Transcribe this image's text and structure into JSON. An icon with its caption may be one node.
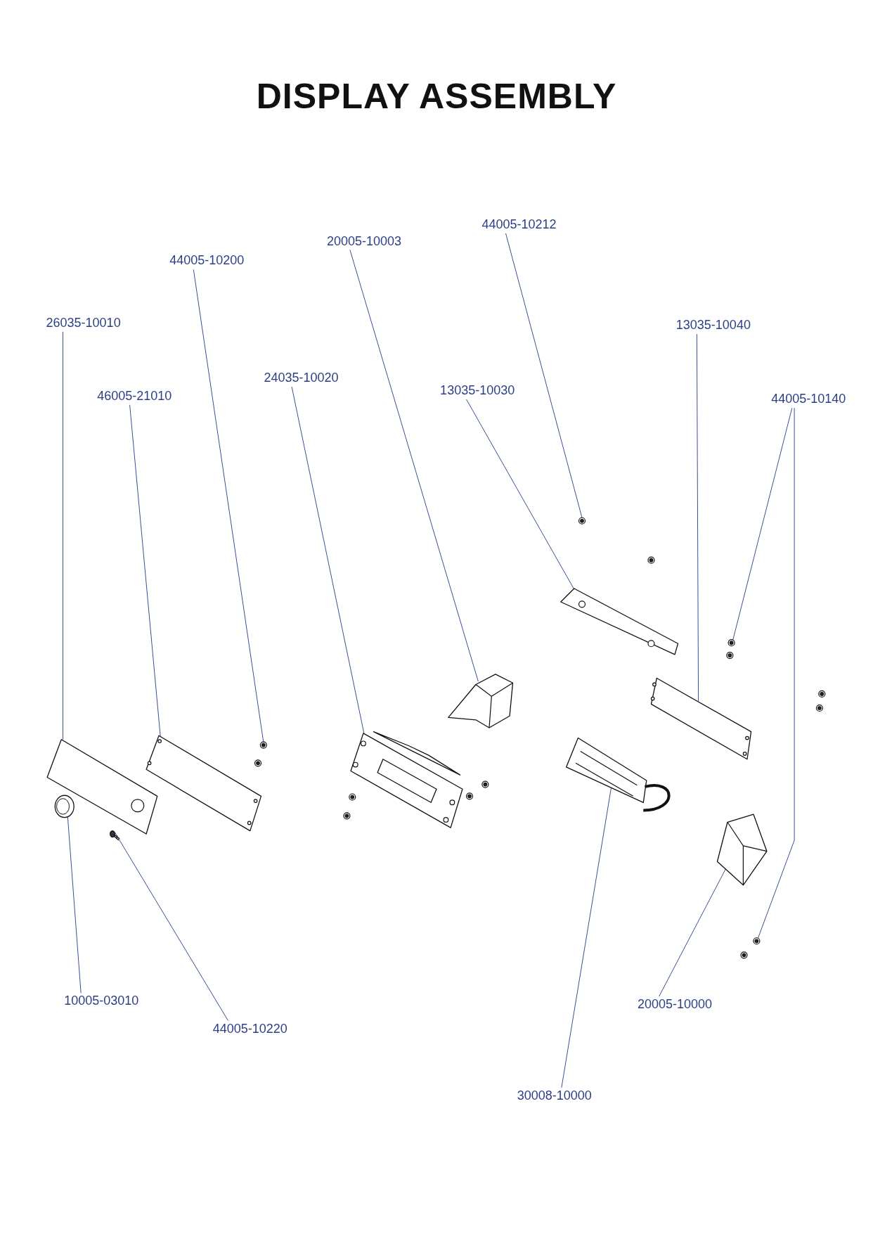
{
  "diagram": {
    "title": "DISPLAY ASSEMBLY",
    "nodes": [
      {
        "text": [
          "26035-10010"
        ]
      },
      {
        "text": [
          "46005-21010"
        ]
      },
      {
        "text": [
          "44005-10200"
        ]
      },
      {
        "text": [
          "24035-10020"
        ]
      },
      {
        "text": [
          "20005-10003"
        ]
      },
      {
        "text": [
          "44005-10212"
        ]
      },
      {
        "text": [
          "13035-10030"
        ]
      },
      {
        "text": [
          "13035-10040"
        ]
      },
      {
        "text": [
          "44005-10140"
        ]
      },
      {
        "text": [
          "10005-03010"
        ]
      },
      {
        "text": [
          "44005-10220"
        ]
      },
      {
        "text": [
          "20005-10000"
        ]
      },
      {
        "text": [
          "30008-10000"
        ]
      },
      {
        "text": [],
        "shape": "picture"
      },
      {
        "text": [],
        "shape": "picture"
      },
      {
        "text": [],
        "shape": "picture"
      },
      {
        "text": [],
        "shape": "picture"
      },
      {
        "text": [],
        "shape": "picture"
      },
      {
        "text": [],
        "shape": "picture"
      },
      {
        "text": [],
        "shape": "picture"
      },
      {
        "text": [],
        "shape": "picture"
      },
      {
        "text": [],
        "shape": "picture"
      },
      {
        "text": [],
        "shape": "picture"
      },
      {
        "text": [],
        "shape": "picture"
      },
      {
        "text": [],
        "shape": "picture"
      },
      {
        "text": [],
        "shape": "picture"
      },
      {
        "text": [],
        "shape": "picture"
      }
    ],
    "edges": [
      {
        "from": 0,
        "to": 13,
        "arrow": "none"
      },
      {
        "from": 1,
        "to": 14,
        "arrow": "none"
      },
      {
        "from": 2,
        "to": 15,
        "arrow": "none"
      },
      {
        "from": 3,
        "to": 16,
        "arrow": "none"
      },
      {
        "from": 4,
        "to": 17,
        "arrow": "none"
      },
      {
        "from": 5,
        "to": 18,
        "arrow": "none"
      },
      {
        "from": 6,
        "to": 19,
        "arrow": "none"
      },
      {
        "from": 7,
        "to": 20,
        "arrow": "none"
      },
      {
        "from": 8,
        "to": 21,
        "arrow": "none"
      },
      {
        "from": 8,
        "to": 22,
        "arrow": "none"
      },
      {
        "from": 9,
        "to": 23,
        "arrow": "none"
      },
      {
        "from": 10,
        "to": 24,
        "arrow": "none"
      },
      {
        "from": 11,
        "to": 25,
        "arrow": "none"
      },
      {
        "from": 12,
        "to": 26,
        "arrow": "none"
      }
    ]
  }
}
